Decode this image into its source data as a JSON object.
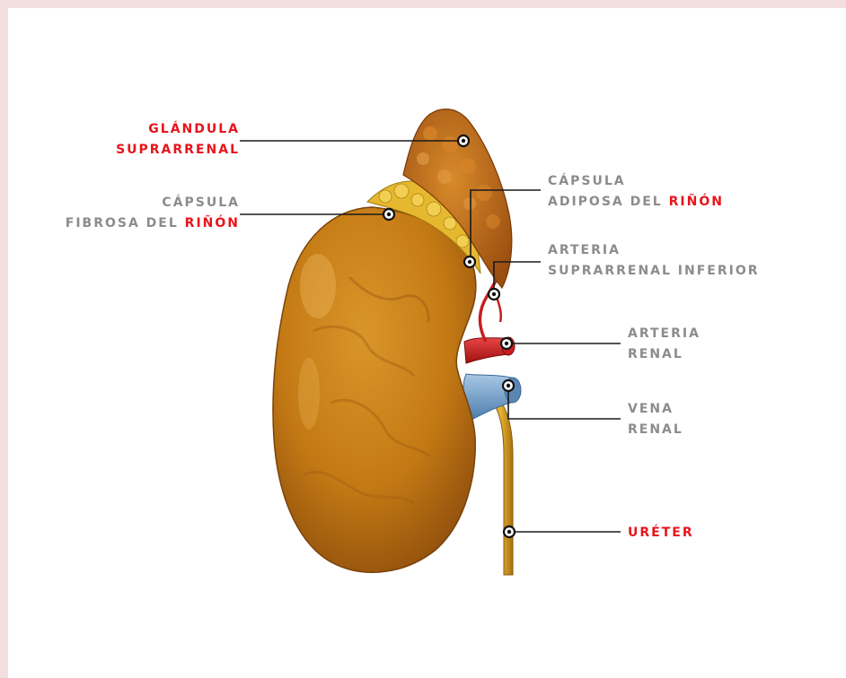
{
  "labels": {
    "glandula_line1": "GLÁNDULA",
    "glandula_line2": "SUPRARRENAL",
    "capsula_fibrosa_line1": "CÁPSULA",
    "capsula_fibrosa_line2_prefix": "FIBROSA DEL ",
    "capsula_fibrosa_line2_highlight": "RIÑÓN",
    "capsula_adiposa_line1": "CÁPSULA",
    "capsula_adiposa_line2_prefix": "ADIPOSA DEL ",
    "capsula_adiposa_line2_highlight": "RIÑÓN",
    "arteria_supra_line1": "ARTERIA",
    "arteria_supra_line2": "SUPRARRENAL INFERIOR",
    "arteria_renal_line1": "ARTERIA",
    "arteria_renal_line2": "RENAL",
    "vena_renal_line1": "VENA",
    "vena_renal_line2": "RENAL",
    "ureter": "URÉTER"
  },
  "colors": {
    "highlight": "#e8141b",
    "label_gray": "#8c8c8c",
    "kidney": "#c47a14",
    "kidney_dark": "#8a4a0c",
    "adrenal": "#c06a14",
    "adipose": "#e6b830",
    "artery": "#cc1e1e",
    "vein": "#6f9ec9",
    "ureter": "#d49a22",
    "frame": "#f2dede"
  },
  "icons": [
    "kidney-illustration",
    "adrenal-gland-illustration",
    "callout-dot"
  ]
}
